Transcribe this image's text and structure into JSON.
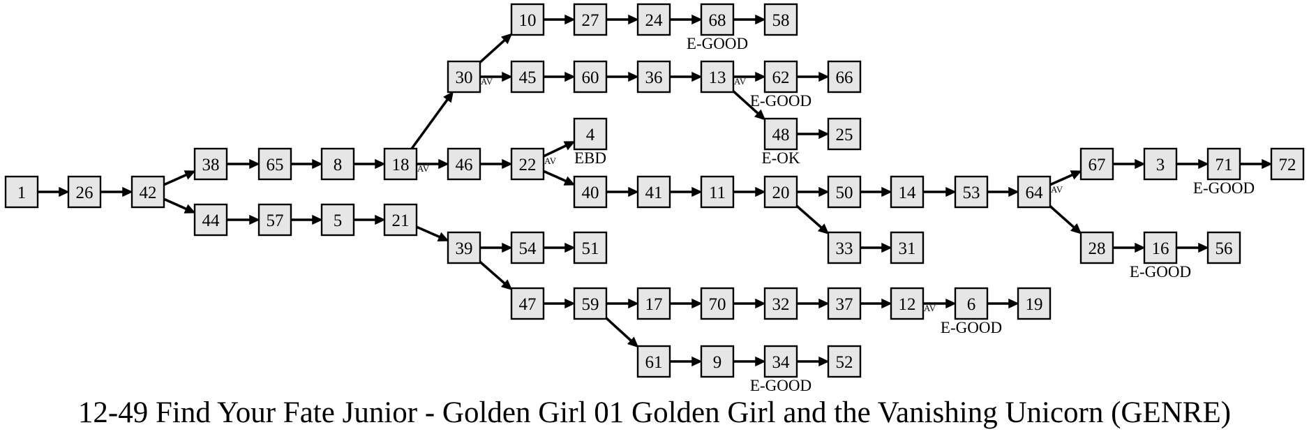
{
  "title": "12-49 Find Your Fate Junior - Golden Girl 01 Golden Girl and the Vanishing Unicorn (GENRE)",
  "colors": {
    "node_fill": "#e6e6e6",
    "node_stroke": "#000000",
    "edge": "#000000"
  },
  "nodes": [
    {
      "id": "1"
    },
    {
      "id": "26"
    },
    {
      "id": "42"
    },
    {
      "id": "38"
    },
    {
      "id": "44"
    },
    {
      "id": "65"
    },
    {
      "id": "8"
    },
    {
      "id": "18"
    },
    {
      "id": "57"
    },
    {
      "id": "5"
    },
    {
      "id": "21"
    },
    {
      "id": "30"
    },
    {
      "id": "46"
    },
    {
      "id": "39"
    },
    {
      "id": "10"
    },
    {
      "id": "45"
    },
    {
      "id": "22"
    },
    {
      "id": "54"
    },
    {
      "id": "47"
    },
    {
      "id": "27"
    },
    {
      "id": "60"
    },
    {
      "id": "4",
      "label": "EBD"
    },
    {
      "id": "40"
    },
    {
      "id": "51"
    },
    {
      "id": "59"
    },
    {
      "id": "24"
    },
    {
      "id": "36"
    },
    {
      "id": "41"
    },
    {
      "id": "17"
    },
    {
      "id": "61"
    },
    {
      "id": "68",
      "label": "E-GOOD"
    },
    {
      "id": "13"
    },
    {
      "id": "11"
    },
    {
      "id": "70"
    },
    {
      "id": "9"
    },
    {
      "id": "58"
    },
    {
      "id": "62",
      "label": "E-GOOD"
    },
    {
      "id": "48",
      "label": "E-OK"
    },
    {
      "id": "20"
    },
    {
      "id": "32"
    },
    {
      "id": "34",
      "label": "E-GOOD"
    },
    {
      "id": "66"
    },
    {
      "id": "25"
    },
    {
      "id": "50"
    },
    {
      "id": "33"
    },
    {
      "id": "37"
    },
    {
      "id": "52"
    },
    {
      "id": "14"
    },
    {
      "id": "31"
    },
    {
      "id": "12"
    },
    {
      "id": "53"
    },
    {
      "id": "6",
      "label": "E-GOOD"
    },
    {
      "id": "64"
    },
    {
      "id": "19"
    },
    {
      "id": "67"
    },
    {
      "id": "28"
    },
    {
      "id": "3"
    },
    {
      "id": "16",
      "label": "E-GOOD"
    },
    {
      "id": "71",
      "label": "E-GOOD"
    },
    {
      "id": "56"
    },
    {
      "id": "72"
    }
  ],
  "edges": [
    {
      "from": "1",
      "to": "26"
    },
    {
      "from": "26",
      "to": "42"
    },
    {
      "from": "42",
      "to": "38"
    },
    {
      "from": "42",
      "to": "44"
    },
    {
      "from": "38",
      "to": "65"
    },
    {
      "from": "65",
      "to": "8"
    },
    {
      "from": "8",
      "to": "18"
    },
    {
      "from": "18",
      "to": "30"
    },
    {
      "from": "18",
      "to": "46",
      "label": "AV"
    },
    {
      "from": "44",
      "to": "57"
    },
    {
      "from": "57",
      "to": "5"
    },
    {
      "from": "5",
      "to": "21"
    },
    {
      "from": "21",
      "to": "39"
    },
    {
      "from": "30",
      "to": "10"
    },
    {
      "from": "30",
      "to": "45",
      "label": "AV"
    },
    {
      "from": "46",
      "to": "22"
    },
    {
      "from": "39",
      "to": "54"
    },
    {
      "from": "39",
      "to": "47"
    },
    {
      "from": "10",
      "to": "27"
    },
    {
      "from": "27",
      "to": "24"
    },
    {
      "from": "24",
      "to": "68"
    },
    {
      "from": "68",
      "to": "58"
    },
    {
      "from": "45",
      "to": "60"
    },
    {
      "from": "60",
      "to": "36"
    },
    {
      "from": "36",
      "to": "13"
    },
    {
      "from": "13",
      "to": "62",
      "label": "AV"
    },
    {
      "from": "13",
      "to": "48"
    },
    {
      "from": "62",
      "to": "66"
    },
    {
      "from": "48",
      "to": "25"
    },
    {
      "from": "22",
      "to": "4",
      "label": "AV"
    },
    {
      "from": "22",
      "to": "40"
    },
    {
      "from": "40",
      "to": "41"
    },
    {
      "from": "41",
      "to": "11"
    },
    {
      "from": "11",
      "to": "20"
    },
    {
      "from": "20",
      "to": "50"
    },
    {
      "from": "20",
      "to": "33"
    },
    {
      "from": "50",
      "to": "14"
    },
    {
      "from": "14",
      "to": "53"
    },
    {
      "from": "53",
      "to": "64"
    },
    {
      "from": "64",
      "to": "67",
      "label": "AV"
    },
    {
      "from": "64",
      "to": "28"
    },
    {
      "from": "67",
      "to": "3"
    },
    {
      "from": "3",
      "to": "71"
    },
    {
      "from": "71",
      "to": "72"
    },
    {
      "from": "28",
      "to": "16"
    },
    {
      "from": "16",
      "to": "56"
    },
    {
      "from": "33",
      "to": "31"
    },
    {
      "from": "54",
      "to": "51"
    },
    {
      "from": "47",
      "to": "59"
    },
    {
      "from": "59",
      "to": "17"
    },
    {
      "from": "59",
      "to": "61"
    },
    {
      "from": "17",
      "to": "70"
    },
    {
      "from": "70",
      "to": "32"
    },
    {
      "from": "32",
      "to": "37"
    },
    {
      "from": "37",
      "to": "12"
    },
    {
      "from": "12",
      "to": "6",
      "label": "AV"
    },
    {
      "from": "6",
      "to": "19"
    },
    {
      "from": "61",
      "to": "9"
    },
    {
      "from": "9",
      "to": "34"
    },
    {
      "from": "34",
      "to": "52"
    }
  ]
}
